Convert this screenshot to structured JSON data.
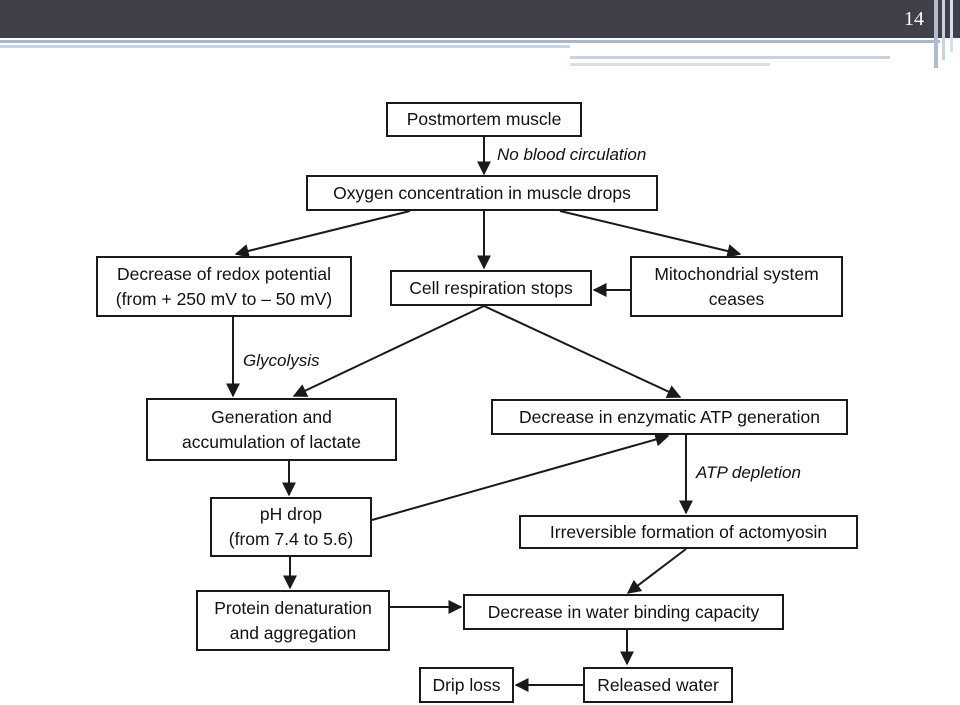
{
  "slide": {
    "number": "14"
  },
  "nodes": {
    "postmortem": "Postmortem muscle",
    "oxygen": "Oxygen concentration in muscle drops",
    "redox_line1": "Decrease of redox potential",
    "redox_line2": "(from + 250 mV to – 50 mV)",
    "respiration": "Cell respiration stops",
    "mito_line1": "Mitochondrial system",
    "mito_line2": "ceases",
    "lactate_line1": "Generation and",
    "lactate_line2": "accumulation of lactate",
    "atp_gen": "Decrease in enzymatic ATP generation",
    "ph_line1": "pH drop",
    "ph_line2": "(from 7.4 to 5.6)",
    "actomyosin": "Irreversible formation of actomyosin",
    "protein_line1": "Protein denaturation",
    "protein_line2": "and aggregation",
    "water_binding": "Decrease in water binding capacity",
    "drip": "Drip loss",
    "released": "Released water"
  },
  "edge_labels": {
    "no_blood": "No blood circulation",
    "glycolysis": "Glycolysis",
    "atp_depletion": "ATP depletion"
  }
}
